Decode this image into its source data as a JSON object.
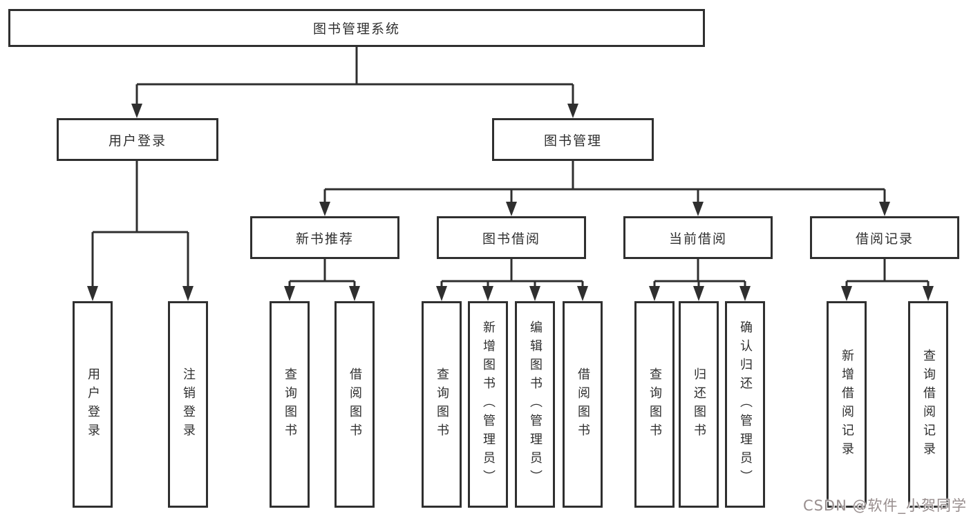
{
  "diagram": {
    "title": "图书管理系统",
    "type": "hierarchy-tree",
    "colors": {
      "line": "#2f2f2f",
      "box_border": "#2f2f2f",
      "box_fill": "#ffffff",
      "background": "#ffffff",
      "watermark_text_color": "#988e8e"
    },
    "nodes": {
      "root": {
        "label": "图书管理系统"
      },
      "level2": [
        {
          "label": "用户登录"
        },
        {
          "label": "图书管理"
        }
      ],
      "level3": [
        {
          "label": "新书推荐"
        },
        {
          "label": "图书借阅"
        },
        {
          "label": "当前借阅"
        },
        {
          "label": "借阅记录"
        }
      ],
      "leaves": {
        "user_login": [
          "用户登录",
          "注销登录"
        ],
        "new_book_recommend": [
          "查询图书",
          "借阅图书"
        ],
        "book_borrow": [
          "查询图书",
          "新增图书（管理员）",
          "编辑图书（管理员）",
          "借阅图书"
        ],
        "current_borrow": [
          "查询图书",
          "归还图书",
          "确认归还（管理员）"
        ],
        "borrow_records": [
          "新增借阅记录",
          "查询借阅记录"
        ]
      }
    },
    "watermark": "CSDN @软件_小贺同学"
  }
}
